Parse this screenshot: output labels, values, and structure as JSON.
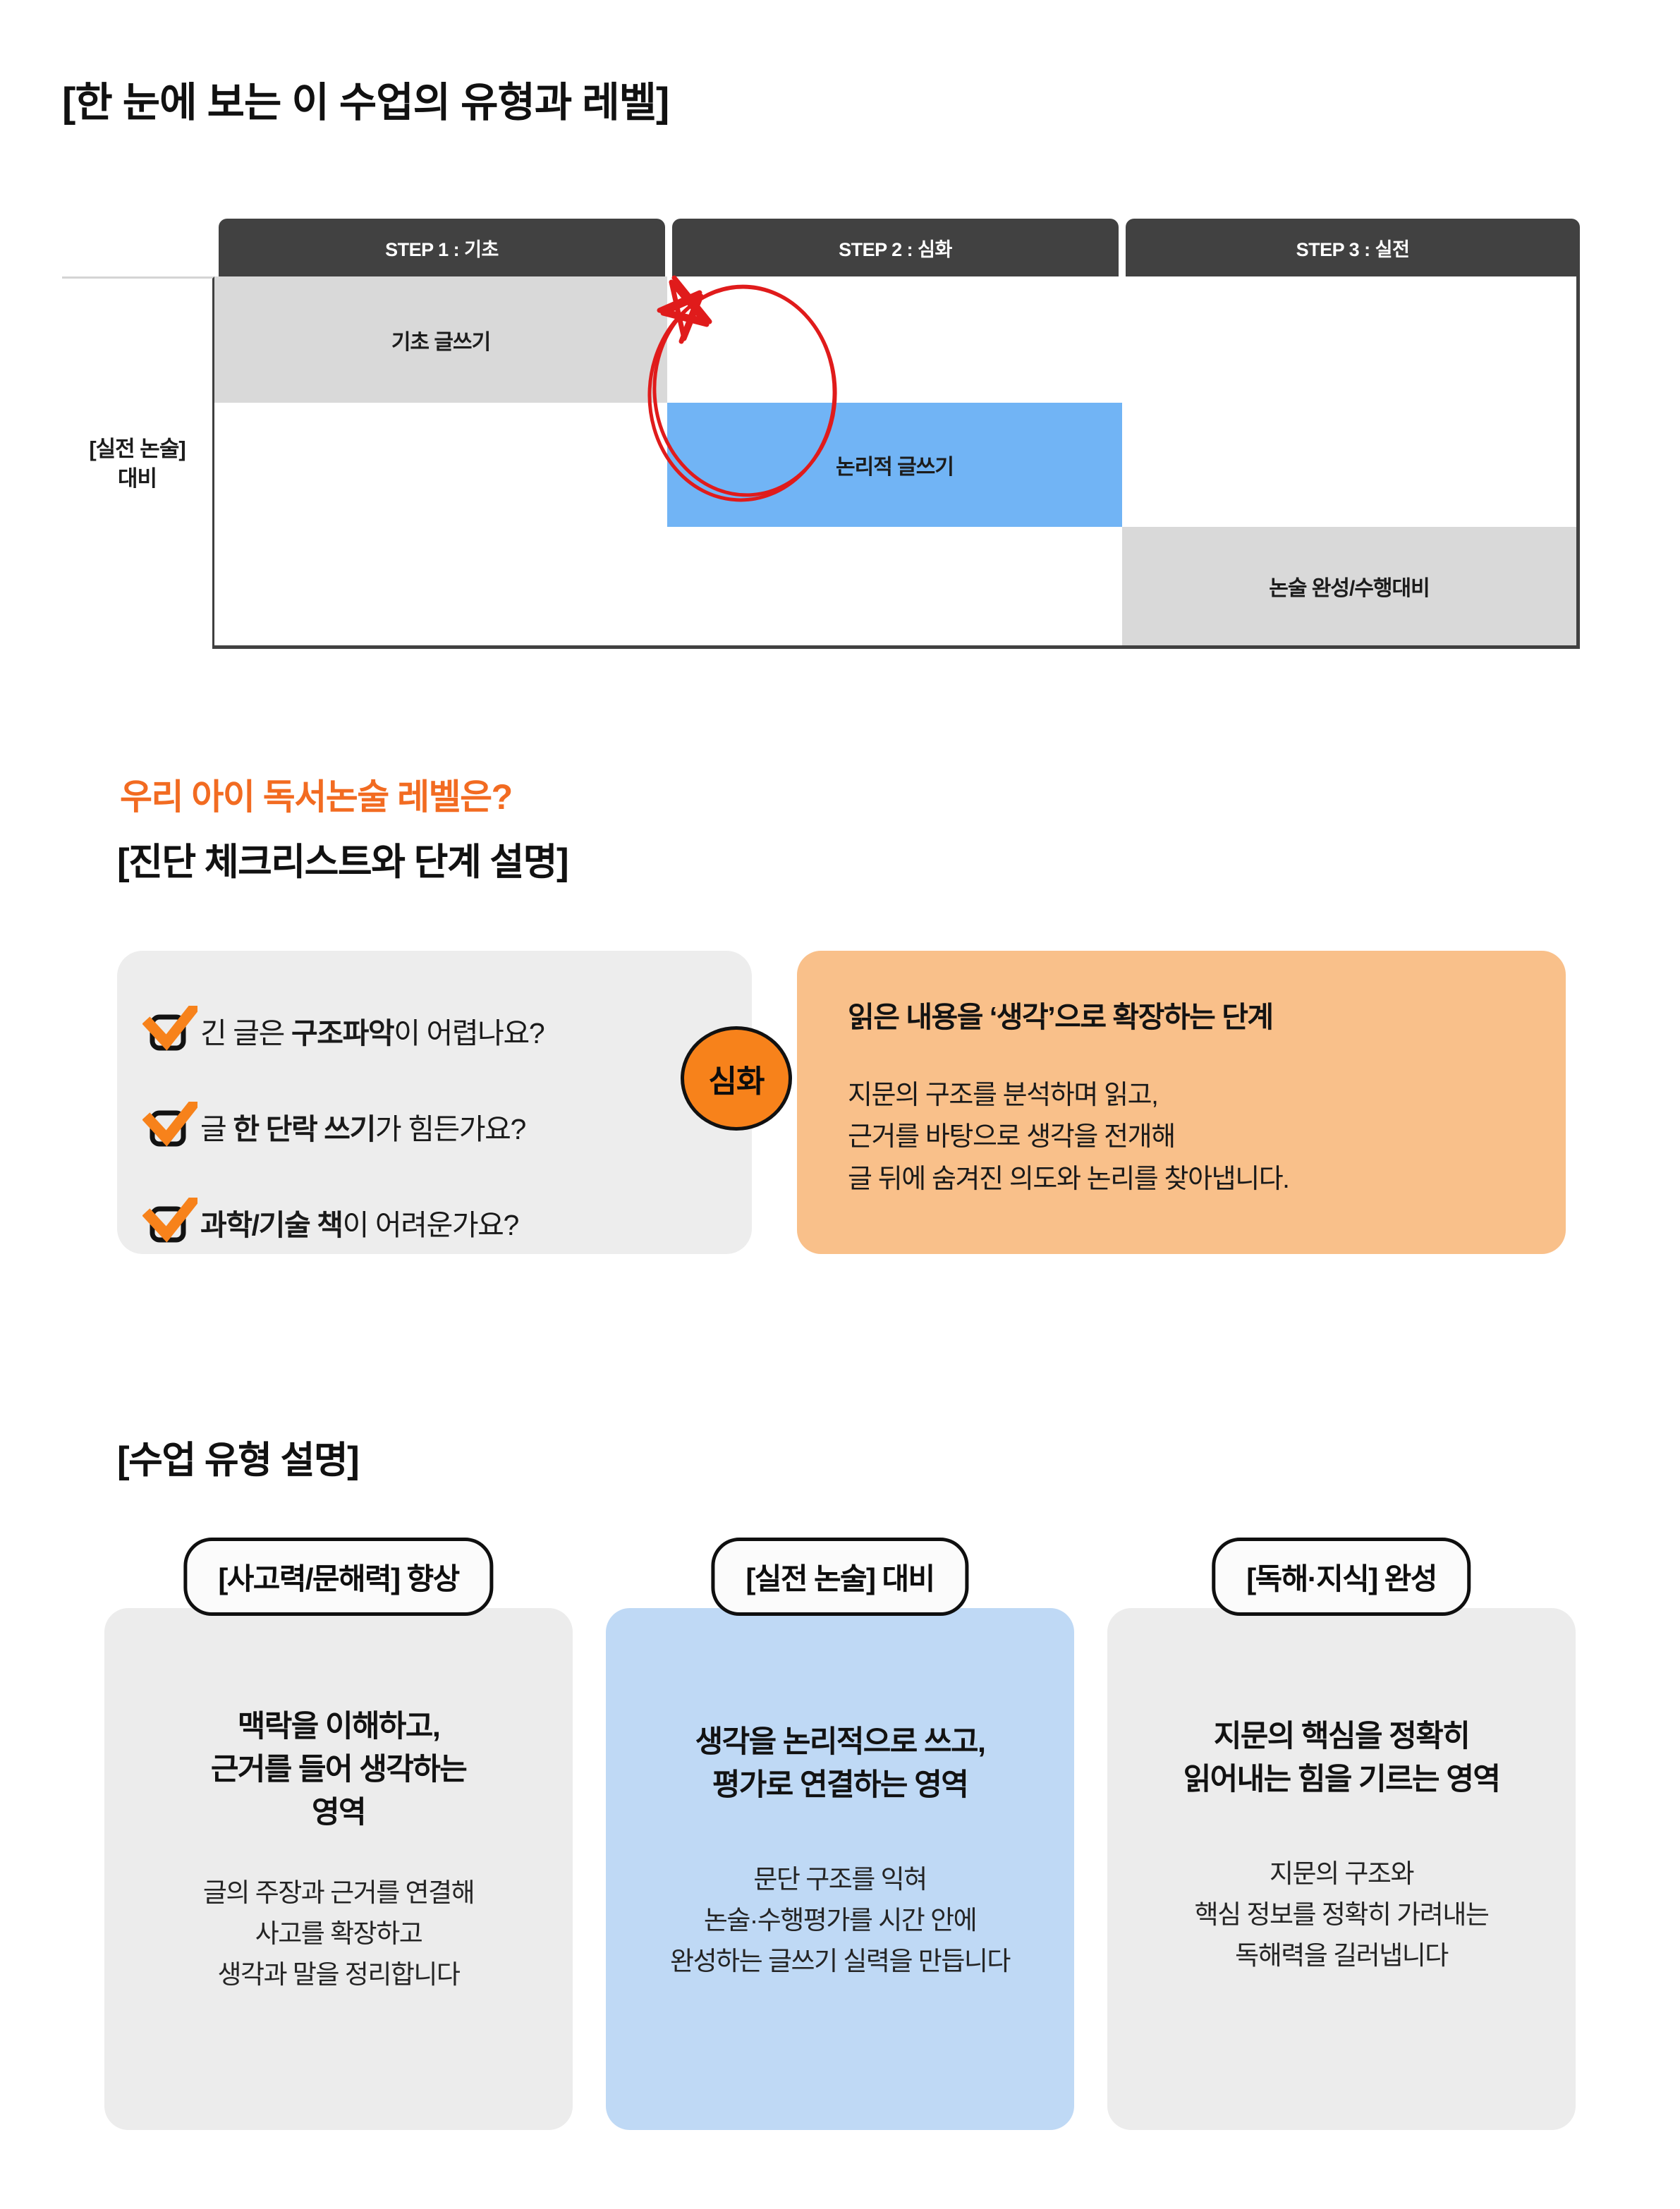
{
  "section1": {
    "title": "[한 눈에 보는 이 수업의 유형과 레벨]",
    "row_label": "[실전 논술]\n대비",
    "steps": [
      {
        "label": "STEP 1 : 기초"
      },
      {
        "label": "STEP 2 : 심화"
      },
      {
        "label": "STEP 3 : 실전"
      }
    ],
    "cells": [
      {
        "label": "기초 글쓰기",
        "step": 1,
        "color": "#d9d9d9"
      },
      {
        "label": "논리적 글쓰기",
        "step": 2,
        "color": "#71b4f5",
        "highlighted": true
      },
      {
        "label": "논술 완성/수행대비",
        "step": 3,
        "color": "#d9d9d9"
      }
    ],
    "annotation": {
      "shape": "red-circle-and-star",
      "color": "#e01b1b",
      "targets": "논리적 글쓰기"
    },
    "accent_color": "#71b4f5",
    "header_color": "#414141"
  },
  "section2": {
    "kicker": "우리 아이 독서논술 레벨은?",
    "kicker_color": "#F26B21",
    "title": "[진단 체크리스트와 단계 설명]",
    "checklist": [
      {
        "prefix": "긴 글은 ",
        "strong": "구조파악",
        "suffix": "이 어렵나요?"
      },
      {
        "prefix": "글 ",
        "strong": "한 단락 쓰기",
        "suffix": "가 힘든가요?"
      },
      {
        "prefix": "",
        "strong": "과학/기술 책",
        "suffix": "이 어려운가요?"
      }
    ],
    "badge": "심화",
    "badge_color": "#F7821B",
    "panel": {
      "title": "읽은 내용을 ‘생각’으로 확장하는 단계",
      "body": "지문의 구조를 분석하며 읽고,\n근거를 바탕으로 생각을 전개해\n글 뒤에 숨겨진 의도와 논리를 찾아냅니다.",
      "color": "#F9C08A"
    }
  },
  "section3": {
    "title": "[수업 유형 설명]",
    "cards": [
      {
        "badge": "[사고력/문해력] 향상",
        "head": "맥락을 이해하고,\n근거를 들어 생각하는\n영역",
        "body": "글의 주장과 근거를 연결해\n사고를 확장하고\n생각과 말을 정리합니다",
        "color": "#ececec"
      },
      {
        "badge": "[실전 논술] 대비",
        "head": "생각을 논리적으로 쓰고,\n평가로 연결하는 영역",
        "body": "문단 구조를 익혀\n논술·수행평가를 시간 안에\n완성하는 글쓰기 실력을 만듭니다",
        "color": "#BFD9F5"
      },
      {
        "badge": "[독해·지식] 완성",
        "head": "지문의 핵심을 정확히\n읽어내는 힘을 기르는 영역",
        "body": "지문의 구조와\n핵심 정보를 정확히 가려내는\n독해력을 길러냅니다",
        "color": "#ececec"
      }
    ]
  }
}
